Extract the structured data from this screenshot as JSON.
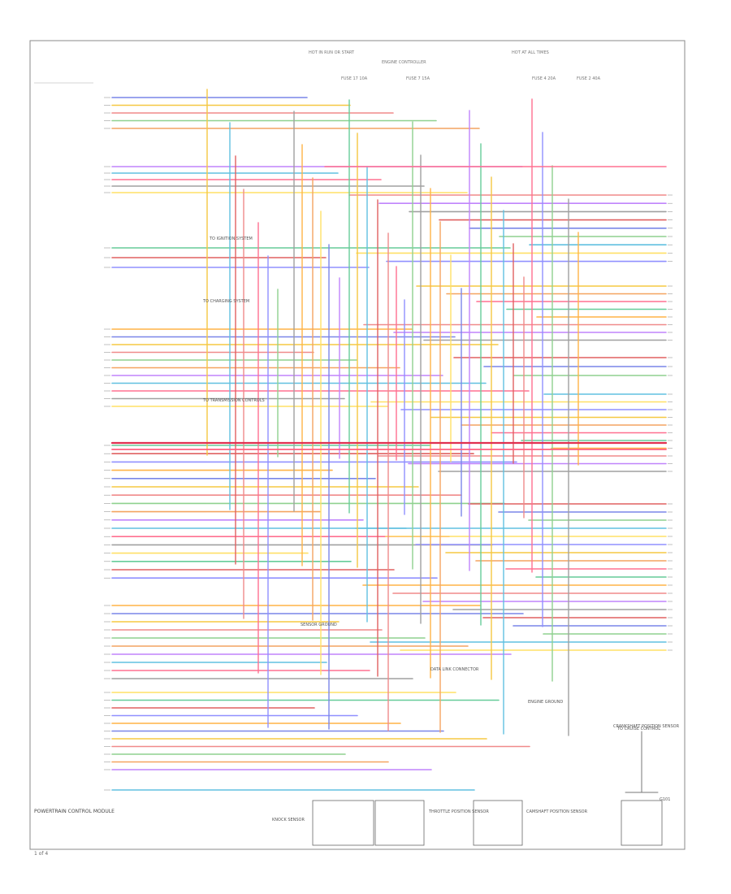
{
  "diagram": {
    "top_labels": {
      "hot_run_start": "HOT IN RUN OR START",
      "engine_controller": "ENGINE CONTROLLER",
      "hot_at_all_times": "HOT AT ALL TIMES"
    },
    "fuses": [
      "FUSE 17 10A",
      "FUSE 7 15A",
      "FUSE 4 20A",
      "FUSE 2 40A"
    ],
    "pcm_label": "POWERTRAIN CONTROL MODULE",
    "notes": {
      "sensor_ground": "SENSOR GROUND",
      "engine_ground": "ENGINE GROUND",
      "data_link": "DATA LINK CONNECTOR",
      "to_ignition": "TO IGNITION SYSTEM",
      "to_charging": "TO CHARGING SYSTEM",
      "cruise": "TO CRUISE CONTROL",
      "to_shift": "TO TRANSMISSION CONTROLS"
    },
    "bottom_boxes": [
      "KNOCK SENSOR",
      "THROTTLE POSITION SENSOR",
      "CAMSHAFT POSITION SENSOR",
      "CRANKSHAFT POSITION SENSOR"
    ],
    "ground_label": "G101",
    "footer": "1 of 4"
  }
}
